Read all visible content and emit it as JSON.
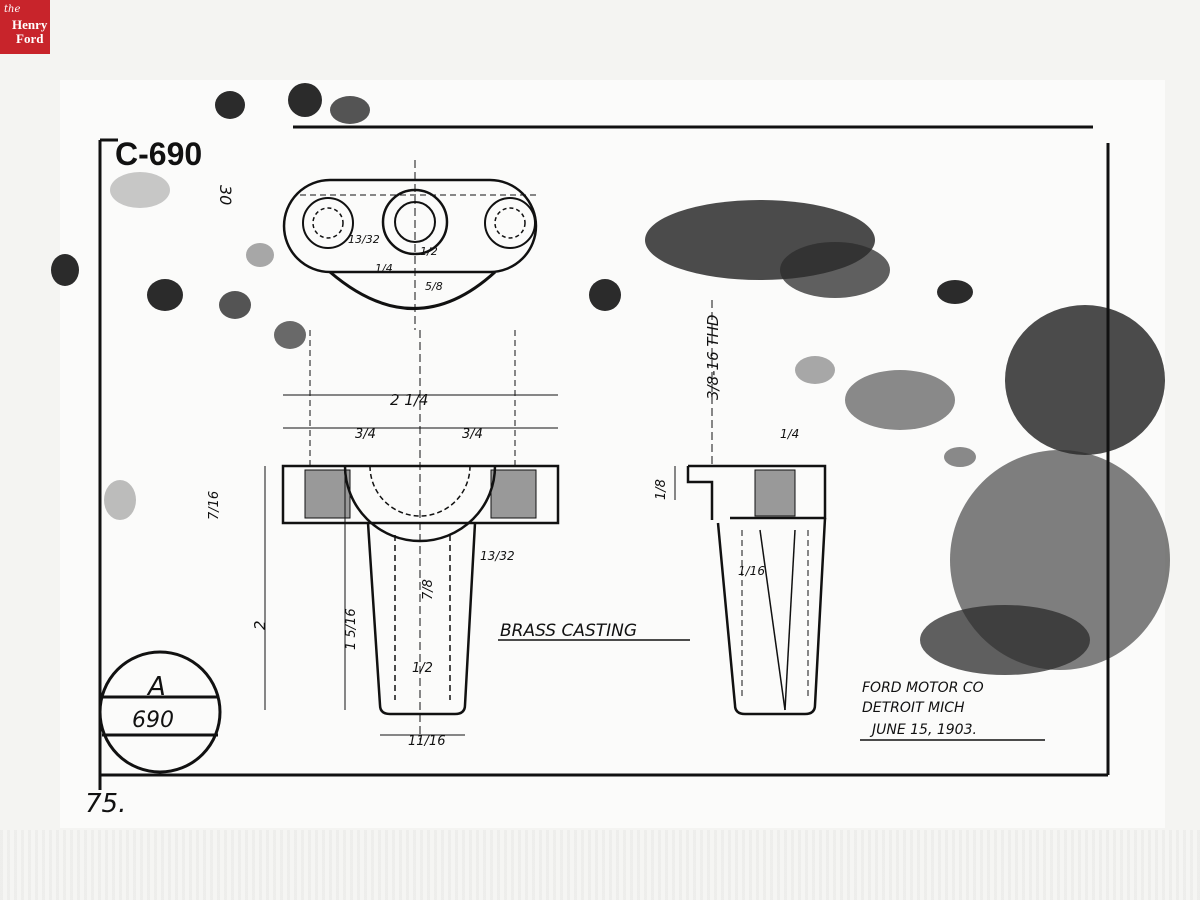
{
  "badge": {
    "line1": "the",
    "line2": "Henry",
    "line3": "Ford"
  },
  "drawing": {
    "number": "C-690",
    "corner_mark": "30",
    "circle_letter": "A",
    "circle_number": "690",
    "sheet_number": "75.",
    "material_note": "BRASS CASTING",
    "company": "FORD MOTOR CO",
    "city": "DETROIT MICH",
    "date": "JUNE 15, 1903.",
    "thread_note": "3/8-16 THD"
  },
  "dimensions": {
    "overall_width": "2 1/4",
    "left_half": "3/4",
    "right_half": "3/4",
    "flange_thickness": "7/16",
    "height": "2",
    "shank_height": "1 5/16",
    "bore_depth": "7/8",
    "bore_width": "1/2",
    "bottom_width": "11/16",
    "wall": "13/32",
    "top_hole": "13/32",
    "bolt_circle": "1/2",
    "lug_radius": "1/4",
    "inner_radius": "5/8",
    "side_lip": "1/8",
    "side_width": "1/4",
    "side_taper": "1/16"
  },
  "colors": {
    "ink": "#111111",
    "paper": "#fbfbfa",
    "stain": "#2b2b2b",
    "badge": "#c8242b"
  }
}
